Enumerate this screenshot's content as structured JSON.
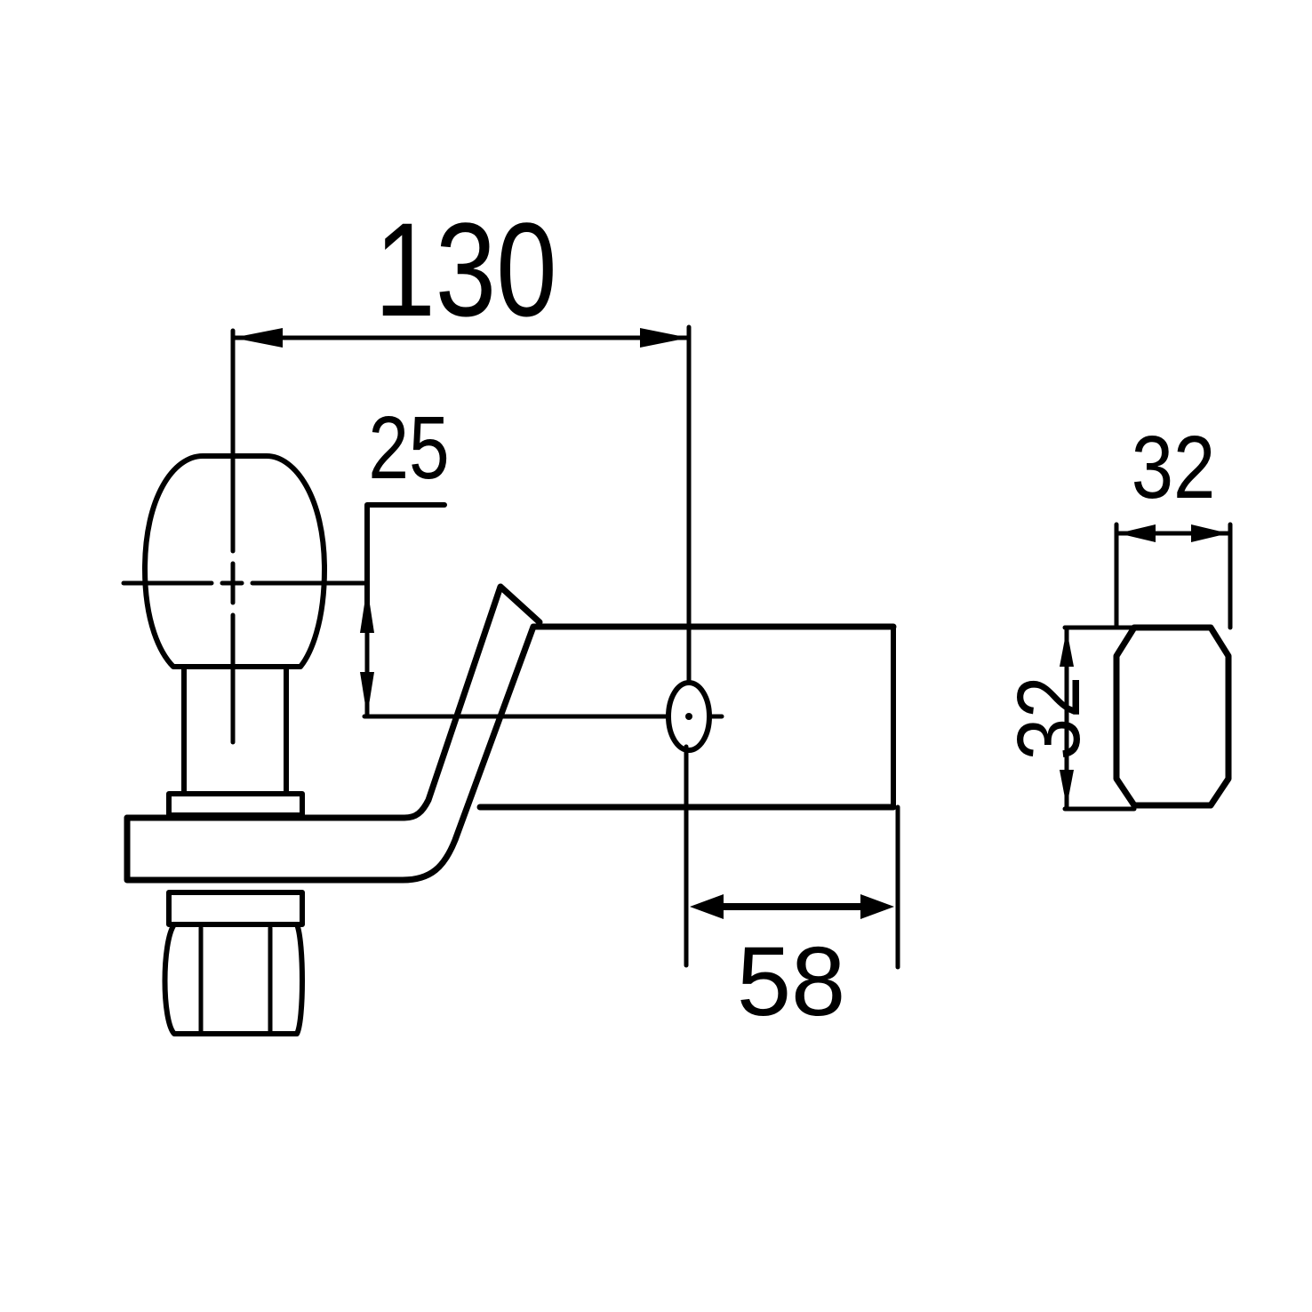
{
  "colors": {
    "line": "#000000",
    "background": "#ffffff"
  },
  "dimensions": {
    "overall_length": {
      "value": "130"
    },
    "ball_offset": {
      "value": "25"
    },
    "pin_to_end": {
      "value": "58"
    },
    "shank_width": {
      "value": "32"
    },
    "shank_height": {
      "value": "32"
    }
  }
}
